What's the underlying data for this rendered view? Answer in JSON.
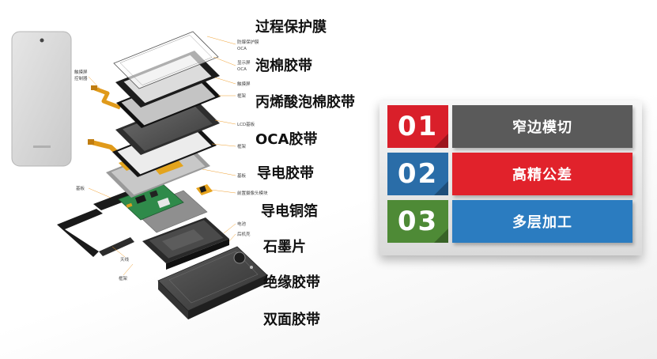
{
  "materials": [
    "过程保护膜",
    "泡棉胶带",
    "丙烯酸泡棉胶带",
    "OCA胶带",
    "导电胶带",
    "导电铜箔",
    "石墨片",
    "绝缘胶带",
    "双面胶带"
  ],
  "part_labels": {
    "right": [
      "防爆保护膜",
      "OCA",
      "显示屏",
      "OCA",
      "触摸屏",
      "框架",
      "LCD基板",
      "框架",
      "基板",
      "前置摄像头模块",
      "电池",
      "后机壳"
    ],
    "left": [
      "触摸屏",
      "控制器",
      "基板",
      "天线",
      "框架"
    ]
  },
  "features": [
    {
      "number": "01",
      "label": "窄边模切",
      "number_color": "#d91f2a",
      "bar_color": "#5a5a5a"
    },
    {
      "number": "02",
      "label": "高精公差",
      "number_color": "#2a6da8",
      "bar_color": "#e1222b"
    },
    {
      "number": "03",
      "label": "多层加工",
      "number_color": "#4e8a36",
      "bar_color": "#2b7cc0"
    }
  ]
}
